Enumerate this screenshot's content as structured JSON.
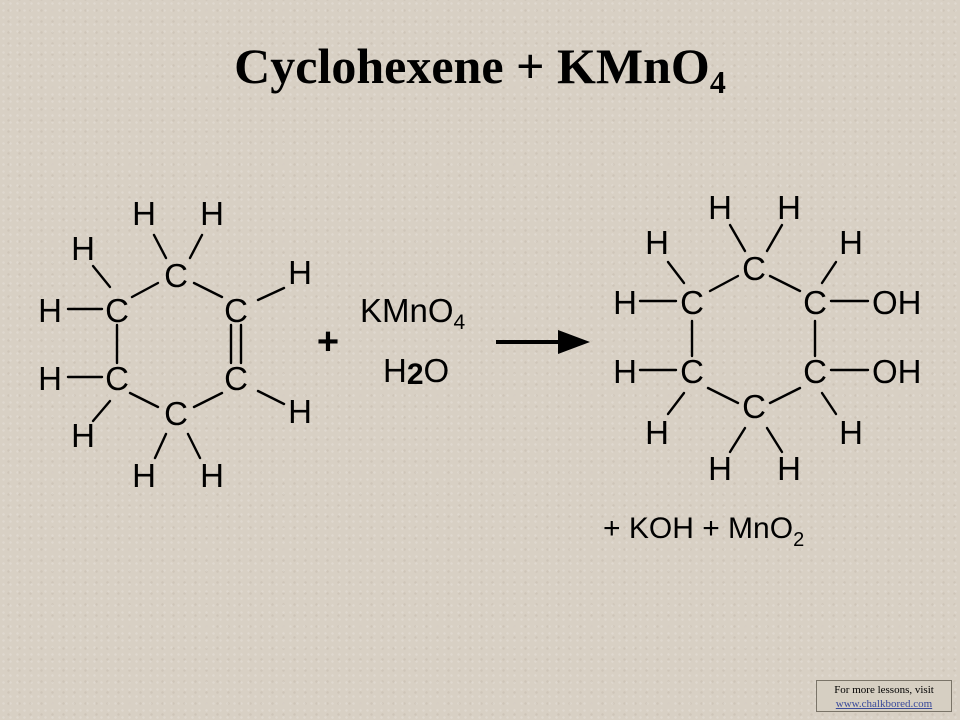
{
  "title": {
    "text": "Cyclohexene + KMnO",
    "subscript": "4"
  },
  "atoms": {
    "carbon": "C",
    "hydrogen": "H",
    "hydroxyl": "OH"
  },
  "reagents": {
    "plus": "+",
    "oxidant": "KMnO",
    "oxidant_subscript": "4",
    "solvent_h": "H",
    "solvent_subscript": "2",
    "solvent_o": "O"
  },
  "byproducts": {
    "text": "+ KOH + MnO",
    "subscript": "2"
  },
  "credit": {
    "line1": "For more lessons, visit",
    "link": "www.chalkbored.com"
  }
}
